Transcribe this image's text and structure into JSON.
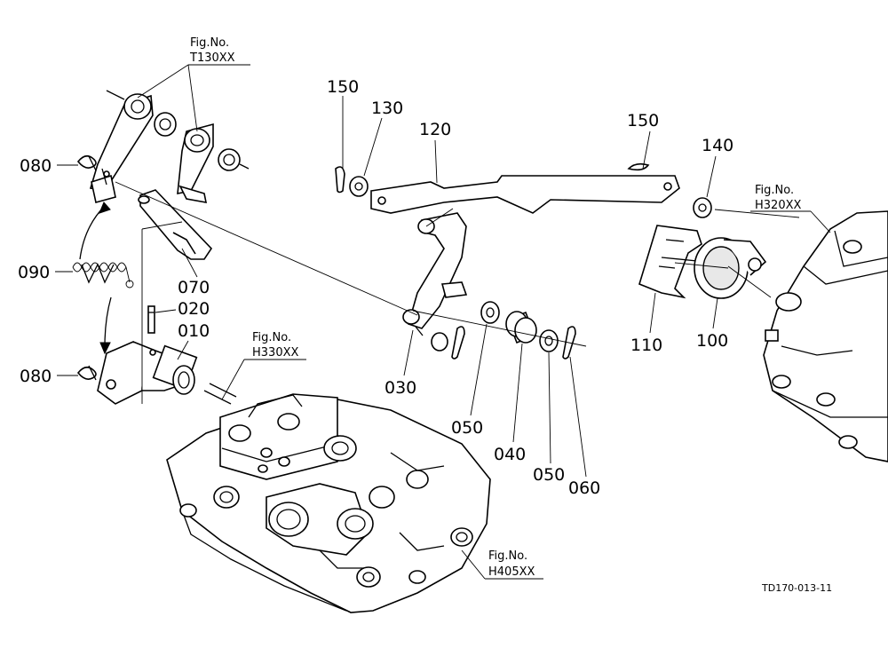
{
  "figure_refs": [
    {
      "id": "fig-t130",
      "line1": "Fig.No.",
      "line2": "T130XX"
    },
    {
      "id": "fig-h330",
      "line1": "Fig.No.",
      "line2": "H330XX"
    },
    {
      "id": "fig-h320",
      "line1": "Fig.No.",
      "line2": "H320XX"
    },
    {
      "id": "fig-h405",
      "line1": "Fig.No.",
      "line2": "H405XX"
    }
  ],
  "part_labels": {
    "p010": "010",
    "p020": "020",
    "p030": "030",
    "p040": "040",
    "p050a": "050",
    "p050b": "050",
    "p060": "060",
    "p070": "070",
    "p080a": "080",
    "p080b": "080",
    "p090": "090",
    "p100": "100",
    "p110": "110",
    "p120": "120",
    "p130": "130",
    "p140": "140",
    "p150a": "150",
    "p150b": "150"
  },
  "drawing_code": "TD170-013-11"
}
